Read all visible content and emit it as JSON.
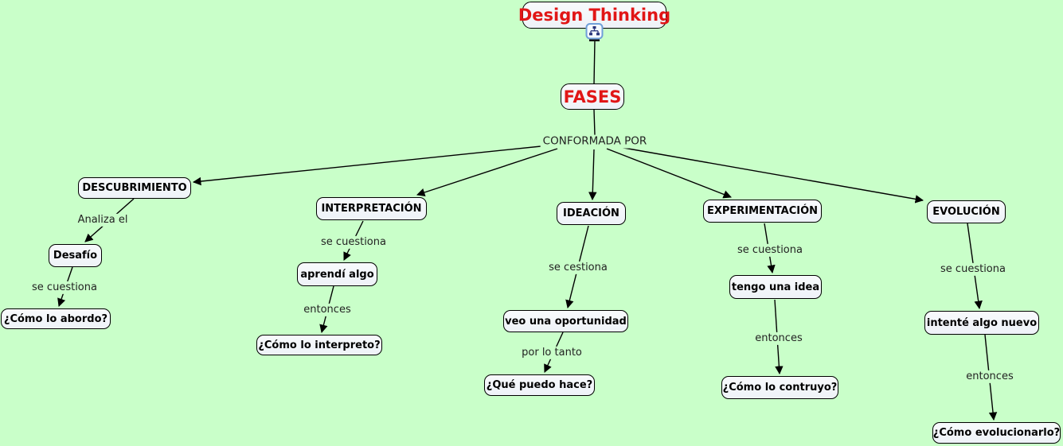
{
  "map": {
    "title_node": "Design Thinking",
    "root_node": "FASES",
    "root_link": "CONFORMADA POR",
    "branches": [
      {
        "phase": "DESCUBRIMIENTO",
        "link1": "Analiza el",
        "concept": "Desafío",
        "link2": "se cuestiona",
        "question": "¿Cómo lo abordo?"
      },
      {
        "phase": "INTERPRETACIÓN",
        "link1": "se cuestiona",
        "concept": "aprendí algo",
        "link2": "entonces",
        "question": "¿Cómo lo interpreto?"
      },
      {
        "phase": "IDEACIÓN",
        "link1": "se cestiona",
        "concept": "veo una oportunidad",
        "link2": "por lo tanto",
        "question": "¿Qué puedo hace?"
      },
      {
        "phase": "EXPERIMENTACIÓN",
        "link1": "se cuestiona",
        "concept": "tengo una idea",
        "link2": "entonces",
        "question": "¿Cómo lo contruyo?"
      },
      {
        "phase": "EVOLUCIÓN",
        "link1": "se cuestiona",
        "concept": "intenté algo nuevo",
        "link2": "entonces",
        "question": "¿Cómo evolucionarlo?"
      }
    ],
    "icons": {
      "title_resource": "concept-map-resource-icon"
    }
  },
  "colors": {
    "background": "#c9ffc9",
    "node_fill": "#eef2f8",
    "node_border": "#000000",
    "title_text": "#e11616",
    "node_text": "#000000",
    "link_text": "#222222"
  }
}
